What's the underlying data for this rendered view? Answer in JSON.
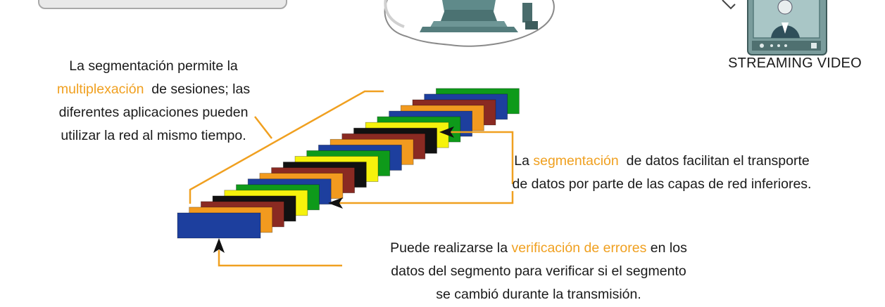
{
  "colors": {
    "accent": "#f0a020",
    "blue": "#1d3f9e",
    "orange": "#f29a1f",
    "brown": "#8a2a22",
    "black": "#111111",
    "yellow": "#f6f20c",
    "green": "#0e9a1a"
  },
  "video_label": "STREAMING VIDEO",
  "caption_left": {
    "line1": "La segmentación permite la",
    "line2_hl": "multiplexación",
    "line2_rest": "  de sesiones; las",
    "line3": "diferentes aplicaciones pueden",
    "line4": "utilizar la red al mismo tiempo."
  },
  "caption_right": {
    "line1_pre": "La ",
    "line1_hl": "segmentación",
    "line1_rest": "  de datos facilitan el transporte",
    "line2": "de datos por parte de las capas de red inferiores."
  },
  "caption_bottom": {
    "line1_pre": "Puede realizarse la ",
    "line1_hl": "verificación de errores",
    "line1_rest": " en los",
    "line2": "datos del segmento para verificar si el segmento",
    "line3": "se cambió durante la transmisión."
  },
  "segment_colors": [
    "blue",
    "orange",
    "brown",
    "black",
    "yellow",
    "green",
    "blue",
    "orange",
    "brown",
    "black",
    "yellow",
    "green",
    "blue",
    "orange",
    "brown",
    "black",
    "yellow",
    "green",
    "blue",
    "orange",
    "brown",
    "blue",
    "green"
  ]
}
